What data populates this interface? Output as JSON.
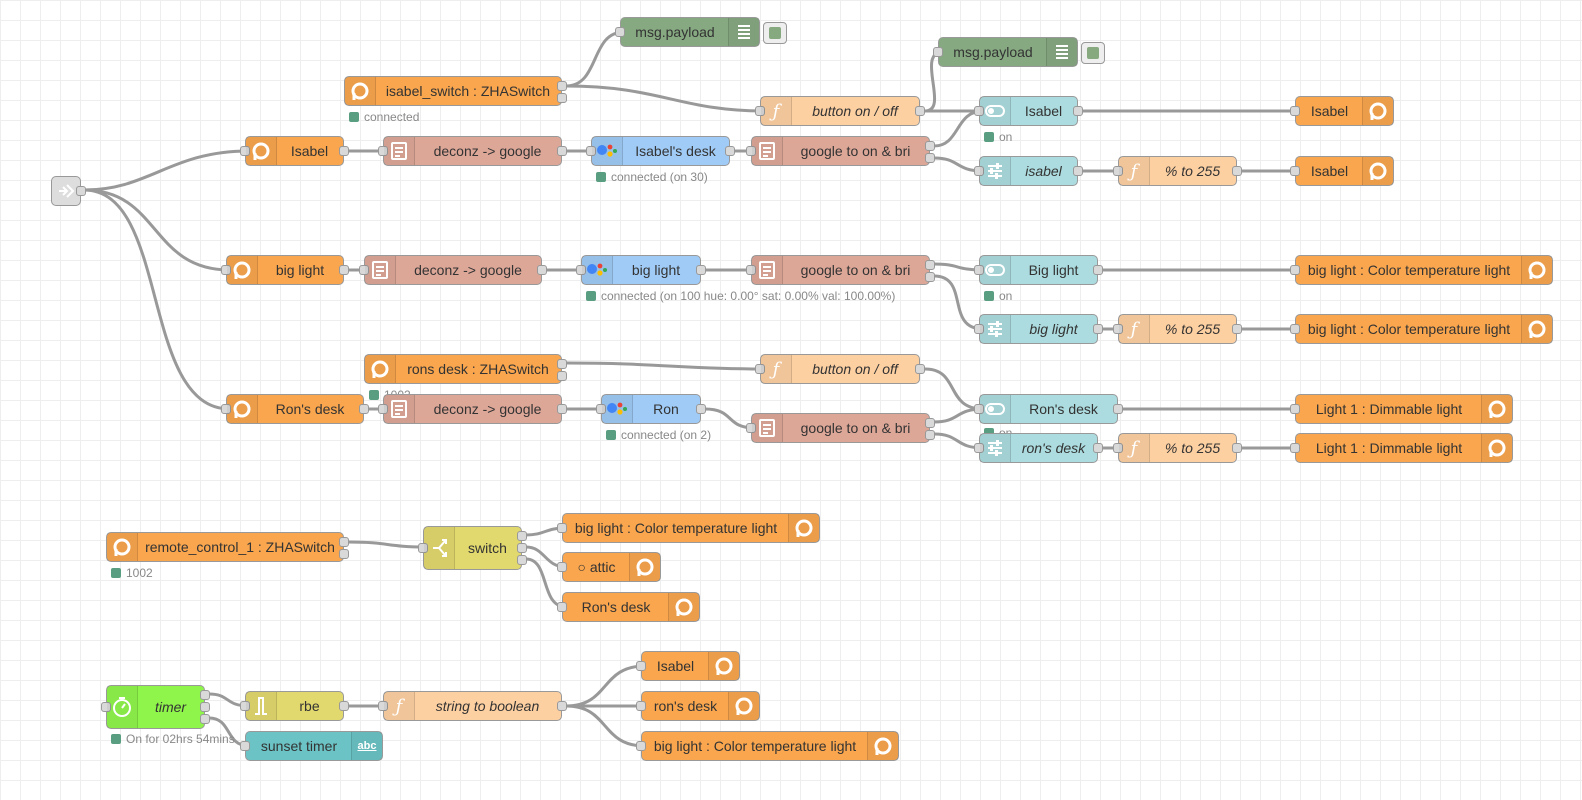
{
  "colors": {
    "zigbee": "#f9a64e",
    "template": "#dda798",
    "google": "#a0cbf6",
    "function": "#fdd0a2",
    "dashboard": "#acdcdf",
    "debug": "#86a981",
    "switch": "#e2d96e",
    "timer": "#8ff54b",
    "text": "#6cc3c5",
    "status_ok": "#5a9e81",
    "wire": "#999999"
  },
  "nodes": {
    "debug_1": {
      "label": "msg.payload",
      "icon": "list-icon"
    },
    "debug_2": {
      "label": "msg.payload",
      "icon": "list-icon"
    },
    "isabel_switch": {
      "label": "isabel_switch : ZHASwitch",
      "status": "connected",
      "icon": "zigbee-icon"
    },
    "button_onoff_1": {
      "label": "button on / off",
      "icon": "function-icon"
    },
    "toggle_isabel": {
      "label": "Isabel",
      "status": "on",
      "icon": "toggle-icon"
    },
    "out_isabel_1": {
      "label": "Isabel",
      "icon": "zigbee-icon"
    },
    "link_in": {
      "icon": "link-in-icon"
    },
    "in_isabel": {
      "label": "Isabel",
      "icon": "zigbee-icon"
    },
    "deconz_google_1": {
      "label": "deconz -> google",
      "icon": "template-icon"
    },
    "google_isabel": {
      "label": "Isabel's desk",
      "status": "connected (on 30)",
      "icon": "google-assistant-icon"
    },
    "google_onbri_1": {
      "label": "google to on & bri",
      "icon": "template-icon"
    },
    "slider_isabel": {
      "label": "isabel",
      "icon": "slider-icon"
    },
    "pct_1": {
      "label": "% to 255",
      "icon": "function-icon"
    },
    "out_isabel_2": {
      "label": "Isabel",
      "icon": "zigbee-icon"
    },
    "in_biglight": {
      "label": "big light",
      "icon": "zigbee-icon"
    },
    "deconz_google_2": {
      "label": "deconz -> google",
      "icon": "template-icon"
    },
    "google_biglight": {
      "label": "big light",
      "status": "connected (on 100 hue: 0.00° sat: 0.00% val: 100.00%)",
      "icon": "google-assistant-icon"
    },
    "google_onbri_2": {
      "label": "google to on & bri",
      "icon": "template-icon"
    },
    "toggle_biglight": {
      "label": "Big light",
      "status": "on",
      "icon": "toggle-icon"
    },
    "out_biglight_1": {
      "label": "big light : Color temperature light",
      "icon": "zigbee-icon"
    },
    "slider_biglight": {
      "label": "big light",
      "icon": "slider-icon"
    },
    "pct_2": {
      "label": "% to 255",
      "icon": "function-icon"
    },
    "out_biglight_2": {
      "label": "big light : Color temperature light",
      "icon": "zigbee-icon"
    },
    "rons_switch": {
      "label": "rons desk : ZHASwitch",
      "status": "1002",
      "icon": "zigbee-icon"
    },
    "button_onoff_2": {
      "label": "button on / off",
      "icon": "function-icon"
    },
    "in_rons": {
      "label": "Ron's desk",
      "icon": "zigbee-icon"
    },
    "deconz_google_3": {
      "label": "deconz -> google",
      "icon": "template-icon"
    },
    "google_ron": {
      "label": "Ron",
      "status": "connected (on 2)",
      "icon": "google-assistant-icon"
    },
    "google_onbri_3": {
      "label": "google to on & bri",
      "icon": "template-icon"
    },
    "toggle_rons": {
      "label": "Ron's desk",
      "status": "on",
      "icon": "toggle-icon"
    },
    "out_light1_1": {
      "label": "Light 1 : Dimmable light",
      "icon": "zigbee-icon"
    },
    "slider_rons": {
      "label": "ron's desk",
      "icon": "slider-icon"
    },
    "pct_3": {
      "label": "% to 255",
      "icon": "function-icon"
    },
    "out_light1_2": {
      "label": "Light 1 : Dimmable light",
      "icon": "zigbee-icon"
    },
    "remote_control": {
      "label": "remote_control_1 : ZHASwitch",
      "status": "1002",
      "icon": "zigbee-icon"
    },
    "switch": {
      "label": "switch",
      "icon": "switch-icon"
    },
    "out_biglight_3": {
      "label": "big light : Color temperature light",
      "icon": "zigbee-icon"
    },
    "out_attic": {
      "label": "○ attic",
      "icon": "zigbee-icon"
    },
    "out_rons": {
      "label": "Ron's desk",
      "icon": "zigbee-icon"
    },
    "timer": {
      "label": "timer",
      "status": "On for 02hrs 54mins",
      "icon": "timer-icon"
    },
    "rbe": {
      "label": "rbe",
      "icon": "rbe-icon"
    },
    "string_bool": {
      "label": "string to boolean",
      "icon": "function-icon"
    },
    "sunset_timer": {
      "label": "sunset timer",
      "icon": "abc-icon",
      "icon_text": "abc"
    },
    "out_isabel_3": {
      "label": "Isabel",
      "icon": "zigbee-icon"
    },
    "out_rons_2": {
      "label": "ron's desk",
      "icon": "zigbee-icon"
    },
    "out_biglight_4": {
      "label": "big light : Color temperature light",
      "icon": "zigbee-icon"
    }
  }
}
